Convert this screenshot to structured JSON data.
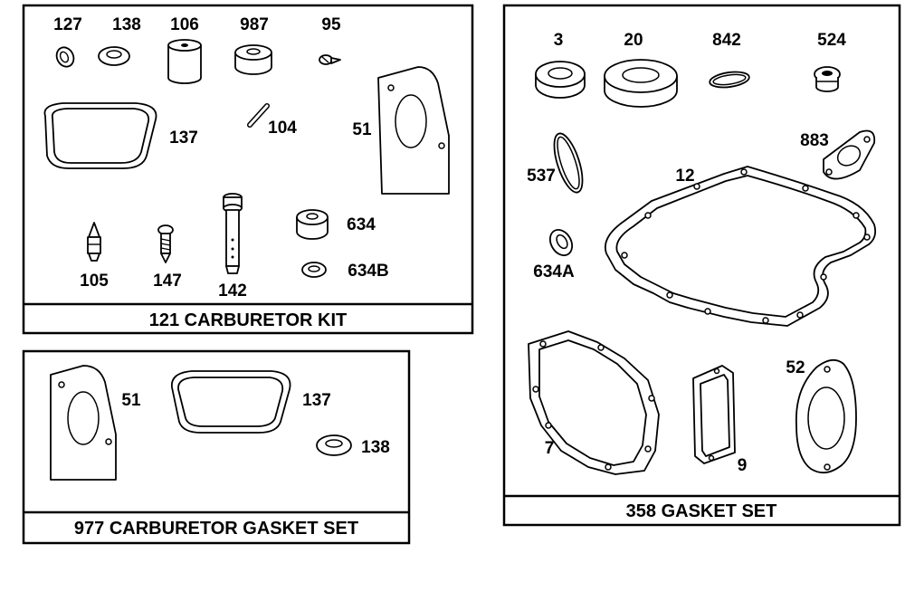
{
  "kits": {
    "carb_kit": {
      "title": "121 CARBURETOR KIT",
      "parts": [
        "127",
        "138",
        "106",
        "987",
        "95",
        "137",
        "104",
        "51",
        "105",
        "147",
        "142",
        "634",
        "634B"
      ]
    },
    "gasket_set_977": {
      "title": "977 CARBURETOR GASKET SET",
      "parts": [
        "51",
        "137",
        "138"
      ]
    },
    "gasket_set_358": {
      "title": "358 GASKET SET",
      "parts": [
        "3",
        "20",
        "842",
        "524",
        "537",
        "12",
        "883",
        "634A",
        "7",
        "9",
        "52"
      ]
    }
  }
}
